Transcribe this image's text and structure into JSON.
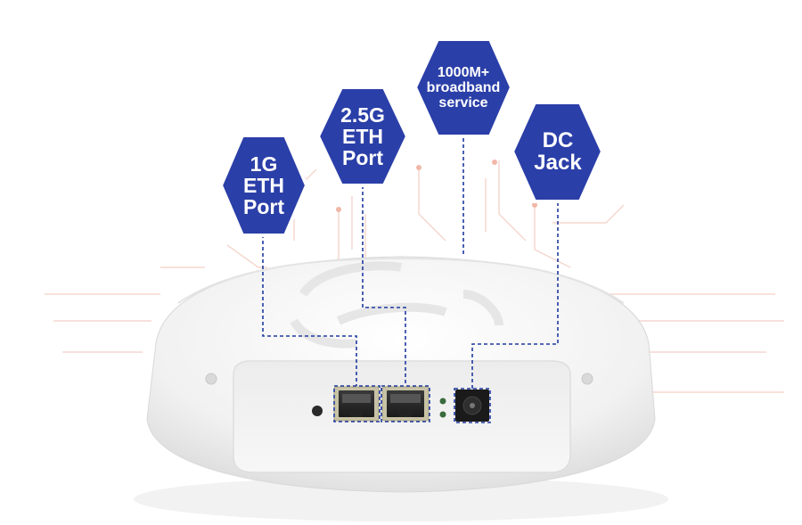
{
  "callouts": {
    "eth1g": {
      "line1": "1G",
      "line2": "ETH",
      "line3": "Port"
    },
    "eth25g": {
      "line1": "2.5G",
      "line2": "ETH",
      "line3": "Port"
    },
    "broadband": {
      "line1": "1000M+",
      "line2": "broadband",
      "line3": "service"
    },
    "dc": {
      "line1": "DC",
      "line2": "Jack"
    }
  },
  "colors": {
    "hex_fill": "#2b3fa8",
    "hex_border": "#ffffff",
    "dash_line": "#1f3aa0",
    "device_body": "#f3f3f3",
    "circuit_lines": "#f4c9bd"
  }
}
